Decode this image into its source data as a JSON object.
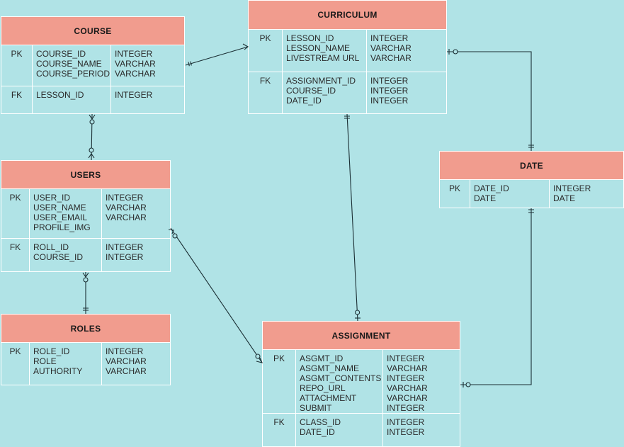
{
  "diagram": {
    "entities": {
      "course": {
        "title": "COURSE",
        "pk": {
          "label": "PK",
          "names": [
            "COURSE_ID",
            "COURSE_NAME",
            "COURSE_PERIOD"
          ],
          "types": [
            "INTEGER",
            "VARCHAR",
            "VARCHAR"
          ]
        },
        "fk": {
          "label": "FK",
          "names": [
            "LESSON_ID"
          ],
          "types": [
            "INTEGER"
          ]
        }
      },
      "curriculum": {
        "title": "CURRICULUM",
        "pk": {
          "label": "PK",
          "names": [
            "LESSON_ID",
            "LESSON_NAME",
            "LIVESTREAM URL"
          ],
          "types": [
            "INTEGER",
            "VARCHAR",
            "VARCHAR"
          ]
        },
        "fk": {
          "label": "FK",
          "names": [
            "ASSIGNMENT_ID",
            "COURSE_ID",
            "DATE_ID"
          ],
          "types": [
            "INTEGER",
            "INTEGER",
            "INTEGER"
          ]
        }
      },
      "users": {
        "title": "USERS",
        "pk": {
          "label": "PK",
          "names": [
            "USER_ID",
            "USER_NAME",
            "USER_EMAIL",
            "PROFILE_IMG"
          ],
          "types": [
            "INTEGER",
            "VARCHAR",
            "VARCHAR"
          ]
        },
        "fk": {
          "label": "FK",
          "names": [
            "ROLL_ID",
            "COURSE_ID"
          ],
          "types": [
            "INTEGER",
            "INTEGER"
          ]
        }
      },
      "date": {
        "title": "DATE",
        "pk": {
          "label": "PK",
          "names": [
            "DATE_ID",
            "DATE"
          ],
          "types": [
            "INTEGER",
            "DATE"
          ]
        }
      },
      "roles": {
        "title": "ROLES",
        "pk": {
          "label": "PK",
          "names": [
            "ROLE_ID",
            "ROLE",
            "AUTHORITY"
          ],
          "types": [
            "INTEGER",
            "VARCHAR",
            "VARCHAR"
          ]
        }
      },
      "assignment": {
        "title": "ASSIGNMENT",
        "pk": {
          "label": "PK",
          "names": [
            "ASGMT_ID",
            "ASGMT_NAME",
            "ASGMT_CONTENTS",
            "REPO_URL",
            "ATTACHMENT",
            "SUBMIT"
          ],
          "types": [
            "INTEGER",
            "VARCHAR",
            "INTEGER",
            "VARCHAR",
            "VARCHAR",
            "INTEGER"
          ]
        },
        "fk": {
          "label": "FK",
          "names": [
            "CLASS_ID",
            "DATE_ID"
          ],
          "types": [
            "INTEGER",
            "INTEGER"
          ]
        }
      }
    },
    "line_color": "#1a2e33",
    "header_color": "#f19c8e",
    "background_color": "#b0e3e6"
  }
}
